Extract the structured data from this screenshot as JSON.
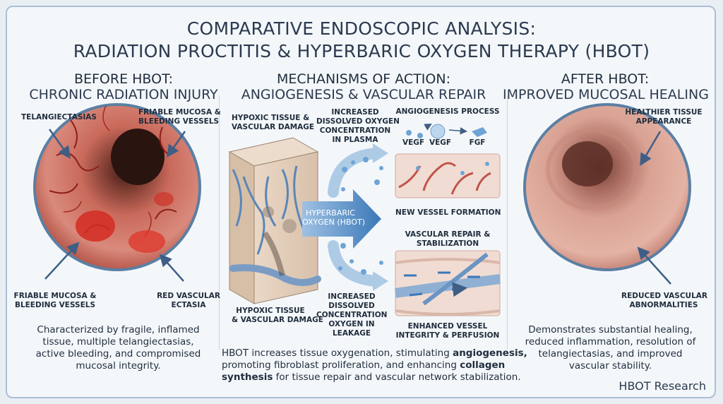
{
  "title_line1": "COMPARATIVE ENDOSCOPIC ANALYSIS:",
  "title_line2": "RADIATION PROCTITIS & HYPERBARIC OXYGEN THERAPY (HBOT)",
  "left": {
    "heading": "BEFORE HBOT:",
    "subheading": "CHRONIC RADIATION INJURY",
    "labels": {
      "telangiectasias": "TELANGIECTASIAS",
      "friable_top_l1": "FRIABLE MUCOSA &",
      "friable_top_l2": "BLEEDING VESSELS",
      "friable_bottom_l1": "FRIABLE MUCOSA &",
      "friable_bottom_l2": "BLEEDING VESSELS",
      "red_vascular_l1": "RED VASCULAR",
      "red_vascular_l2": "ECTASIA"
    },
    "desc": [
      "Characterized by fragile, inflamed",
      "tissue, multiple telangiectasias,",
      "active bleeding, and compromised",
      "mucosal integrity."
    ]
  },
  "middle": {
    "heading": "MECHANISMS OF ACTION:",
    "subheading": "ANGIOGENESIS & VASCULAR REPAIR",
    "labels": {
      "hypoxic_top_l1": "HYPOXIC TISSUE &",
      "hypoxic_top_l2": "VASCULAR DAMAGE",
      "hypoxic_bottom_l1": "HYPOXIC TISSUE",
      "hypoxic_bottom_l2": "& VASCULAR DAMAGE",
      "increased_top": [
        "INCREASED",
        "DISSOLVED OXYGEN",
        "CONCENTRATION",
        "IN PLASMA"
      ],
      "increased_bottom": [
        "INCREASED",
        "DISSOLVED",
        "CONCENTRATION",
        "OXYGEN IN",
        "LEAKAGE"
      ],
      "hbot_arrow_l1": "HYPERBARIC",
      "hbot_arrow_l2": "OXYGEN (HBOT)",
      "angiogenesis_process": "ANGIOGENESIS PROCESS",
      "vegf_a": "VEGF",
      "vegf_b": "VEGF",
      "fgf": "FGF",
      "new_vessel": "NEW VESSEL FORMATION",
      "vascular_repair_l1": "VASCULAR REPAIR &",
      "vascular_repair_l2": "STABILIZATION",
      "enhanced_l1": "ENHANCED VESSEL",
      "enhanced_l2": "INTEGRITY & PERFUSION"
    },
    "desc_l1_pre": "HBOT increases tissue oxygenation, stimulating ",
    "desc_l1_bold": "angiogenesis,",
    "desc_l2_pre": "promoting fibroblast proliferation, and enhancing ",
    "desc_l2_bold": "collagen",
    "desc_l3_bold": "synthesis",
    "desc_l3_post": " for tissue repair and vascular network stabilization."
  },
  "right": {
    "heading": "AFTER HBOT:",
    "subheading": "IMPROVED MUCOSAL HEALING",
    "labels": {
      "healthier_l1": "HEALTHIER TISSUE",
      "healthier_l2": "APPEARANCE",
      "reduced_l1": "REDUCED VASCULAR",
      "reduced_l2": "ABNORMALITIES"
    },
    "desc": [
      "Demonstrates substantial healing,",
      "reduced inflammation, resolution of",
      "telangiectasias, and improved",
      "vascular stability."
    ]
  },
  "brand": "HBOT Research",
  "colors": {
    "accent": "#2f6fa6",
    "frame": "#a9bfd6",
    "mucosa_red": "#c9473f",
    "mucosa_pink": "#d89b8c",
    "arrow_blue": "#3b78b8"
  }
}
